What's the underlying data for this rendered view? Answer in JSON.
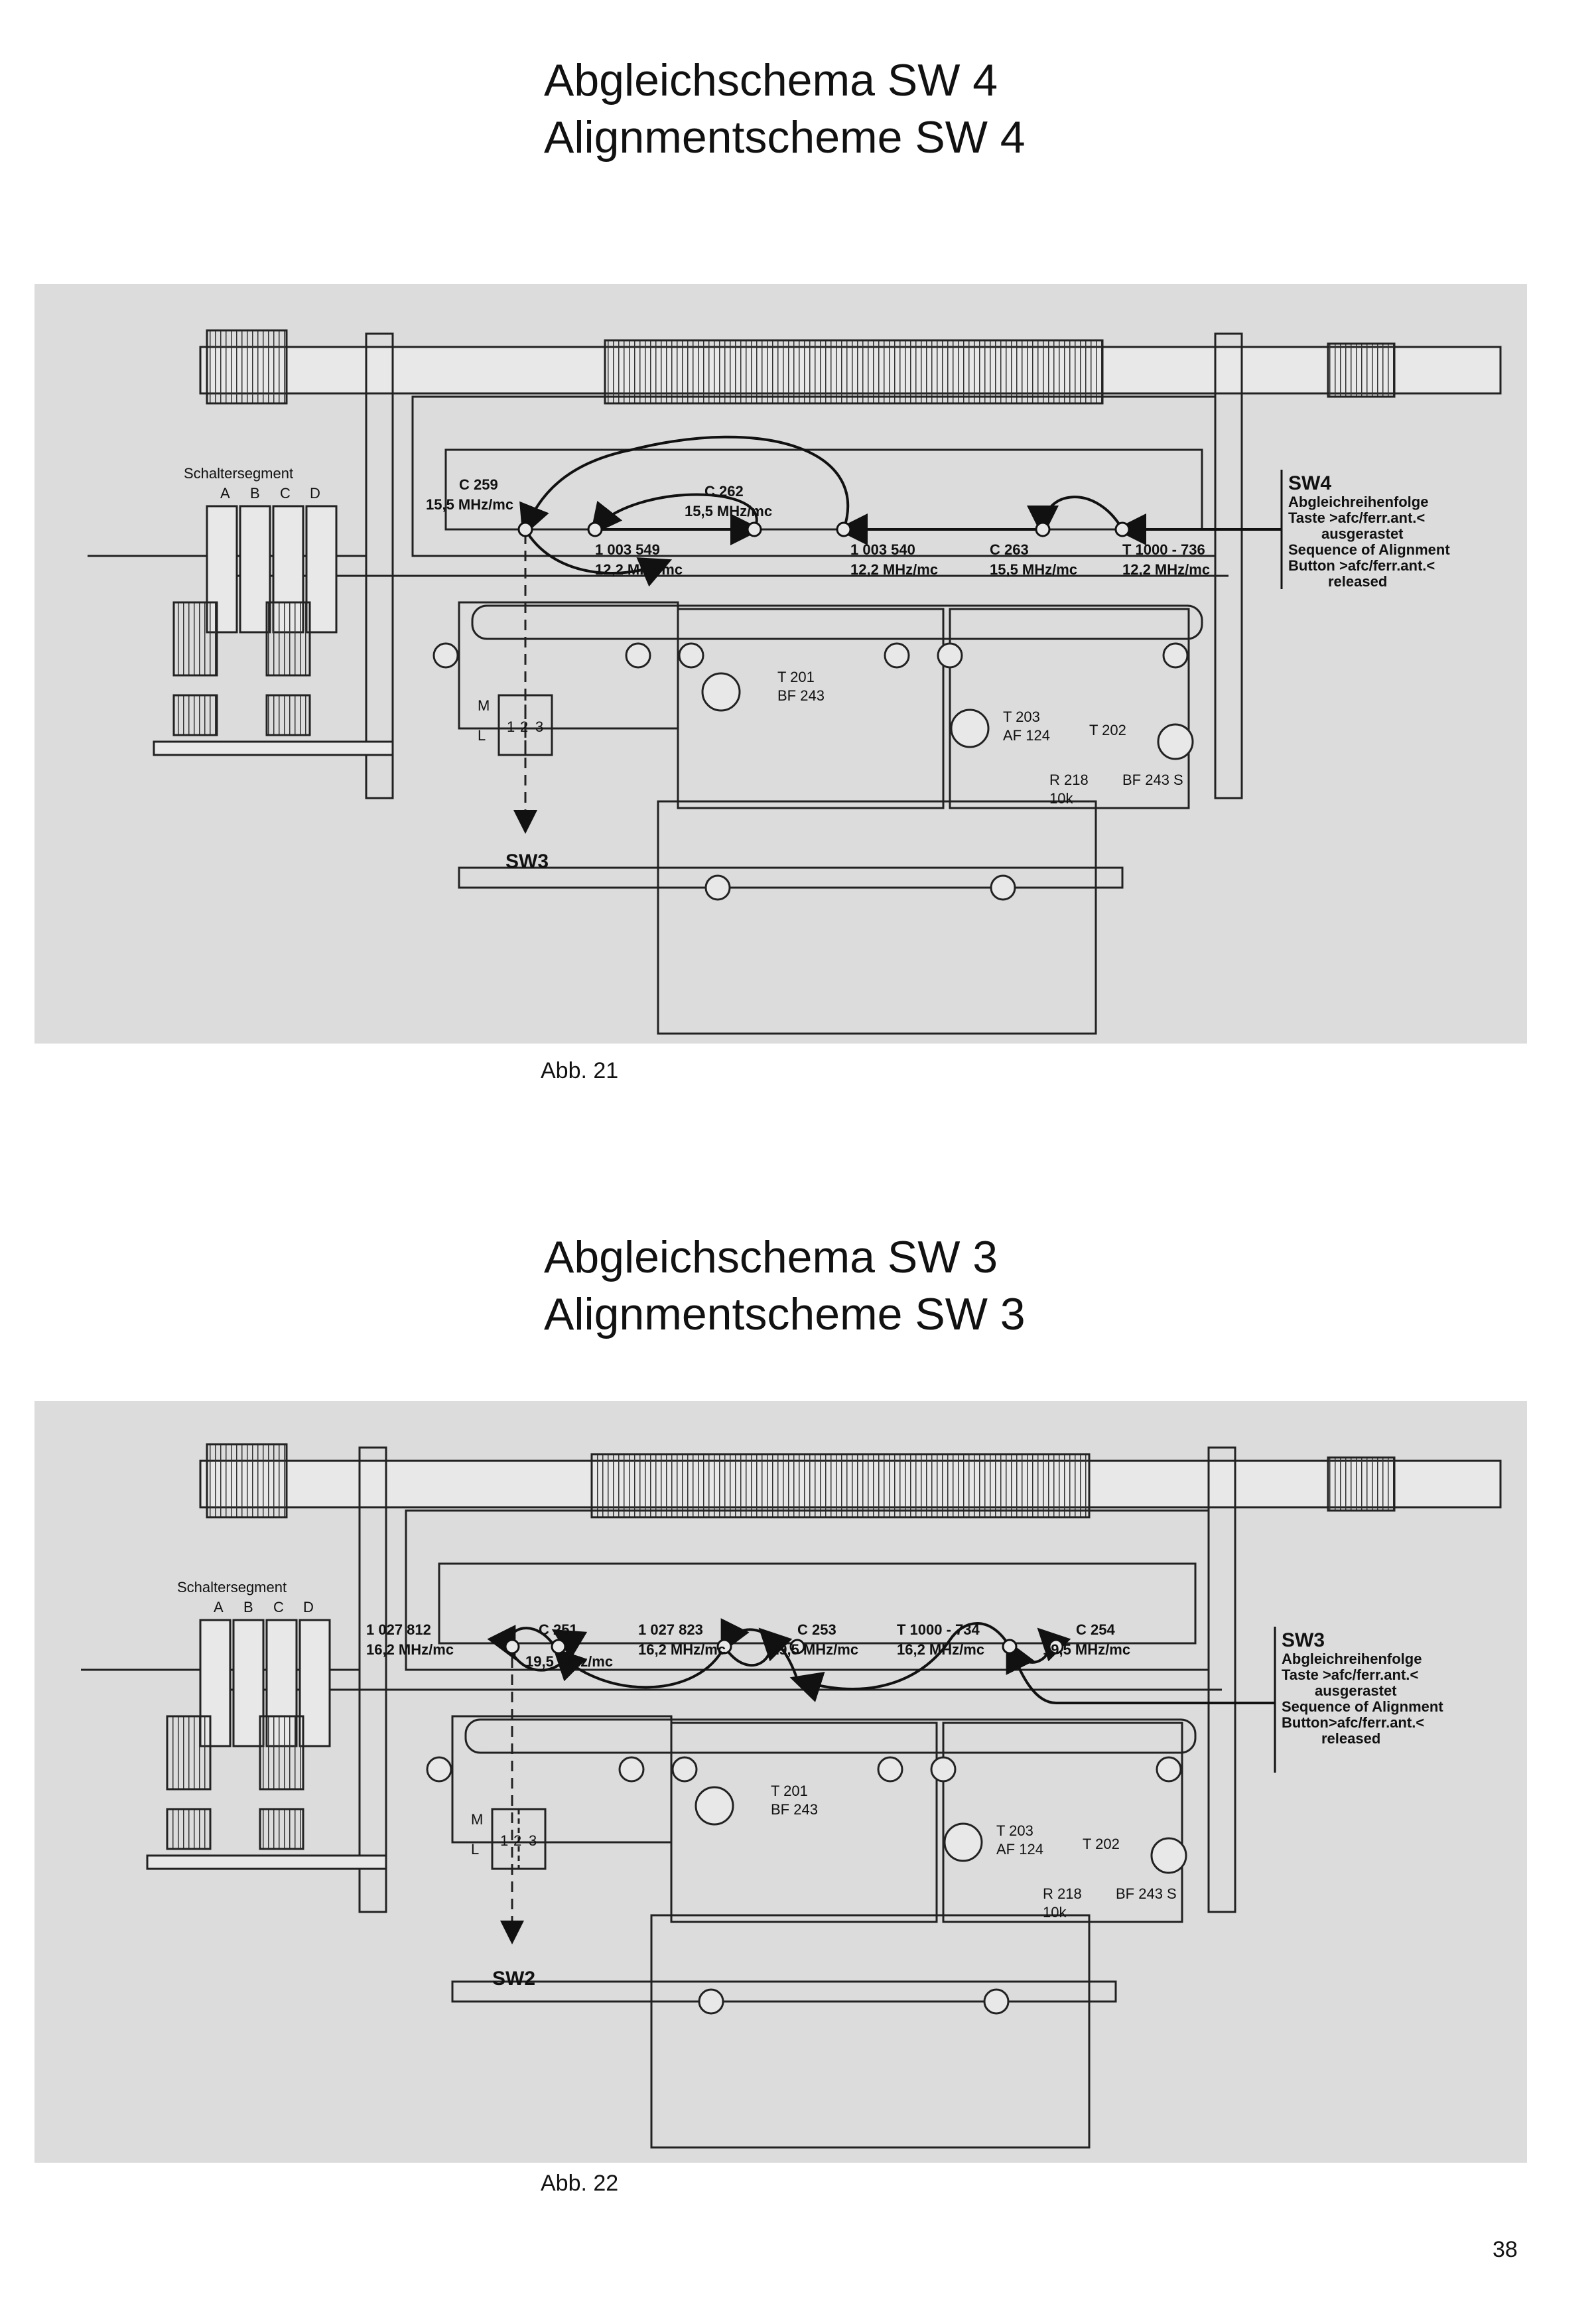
{
  "figures": [
    {
      "title_de": "Abgleichschema SW 4",
      "title_en": "Alignmentscheme SW 4",
      "caption": "Abb. 21",
      "segment_label": "Schaltersegment",
      "segment_letters": [
        "A",
        "B",
        "C",
        "D"
      ],
      "band_label": "SW4",
      "next_band": "SW3",
      "legend": [
        "Abgleichreihenfolge",
        "Taste >afc/ferr.ant.<",
        "ausgerastet",
        "Sequence of Alignment",
        "Button >afc/ferr.ant.<",
        "released"
      ],
      "points": [
        {
          "part": "C 259",
          "freq": "15,5 MHz/mc"
        },
        {
          "part": "1 003 549",
          "freq": "12,2 MHz/mc"
        },
        {
          "part": "C 262",
          "freq": "15,5 MHz/mc"
        },
        {
          "part": "1 003 540",
          "freq": "12,2 MHz/mc"
        },
        {
          "part": "C 263",
          "freq": "15,5 MHz/mc"
        },
        {
          "part": "T 1000 - 736",
          "freq": "12,2 MHz/mc"
        }
      ],
      "switch_labels": [
        "M",
        "L",
        "1",
        "2",
        "3"
      ],
      "components": [
        "T 201",
        "BF 243",
        "T 203",
        "AF 124",
        "T 202",
        "R 218",
        "10k",
        "BF 243 S"
      ]
    },
    {
      "title_de": "Abgleichschema SW 3",
      "title_en": "Alignmentscheme SW 3",
      "caption": "Abb. 22",
      "segment_label": "Schaltersegment",
      "segment_letters": [
        "A",
        "B",
        "C",
        "D"
      ],
      "band_label": "SW3",
      "next_band": "SW2",
      "legend": [
        "Abgleichreihenfolge",
        "Taste >afc/ferr.ant.<",
        "ausgerastet",
        "Sequence of Alignment",
        "Button>afc/ferr.ant.<",
        "released"
      ],
      "points": [
        {
          "part": "1 027 812",
          "freq": "16,2 MHz/mc"
        },
        {
          "part": "C 251",
          "freq": "19,5 MHz/mc"
        },
        {
          "part": "1 027 823",
          "freq": "16,2 MHz/mc"
        },
        {
          "part": "C 253",
          "freq": "19,5 MHz/mc"
        },
        {
          "part": "T 1000 - 734",
          "freq": "16,2 MHz/mc"
        },
        {
          "part": "C 254",
          "freq": "19,5 MHz/mc"
        }
      ],
      "switch_labels": [
        "M",
        "L",
        "1",
        "2",
        "3"
      ],
      "components": [
        "T 201",
        "BF 243",
        "T 203",
        "AF 124",
        "T 202",
        "R 218",
        "10k",
        "BF 243 S"
      ]
    }
  ],
  "page_number": "38"
}
